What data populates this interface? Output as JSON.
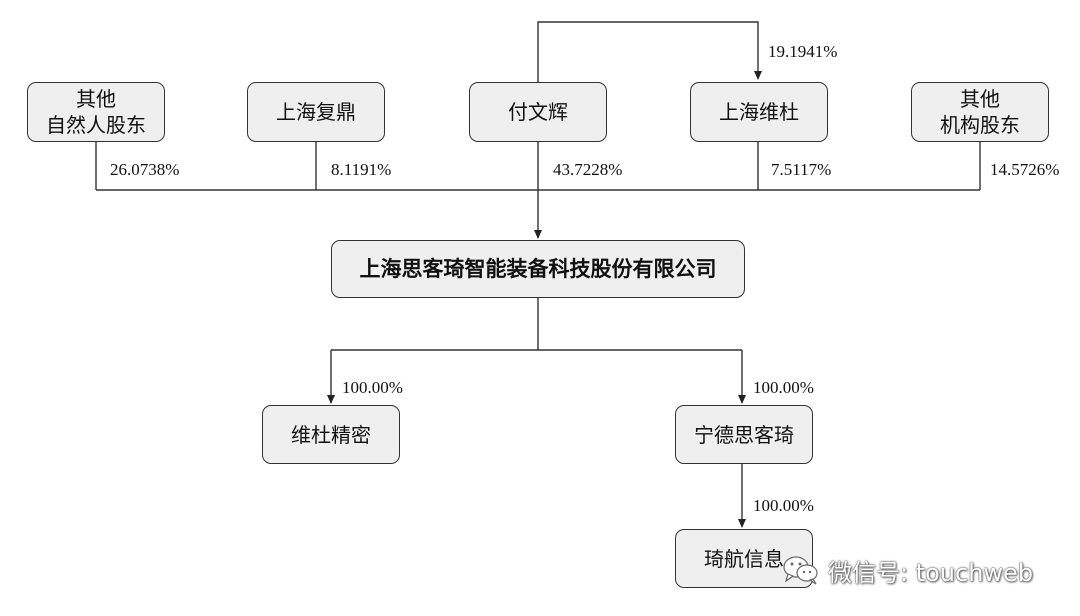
{
  "shareholders": [
    {
      "name_line1": "其他",
      "name_line2": "自然人股东",
      "percent": "26.0738%"
    },
    {
      "name_line1": "上海复鼎",
      "name_line2": "",
      "percent": "8.1191%"
    },
    {
      "name_line1": "付文辉",
      "name_line2": "",
      "percent": "43.7228%"
    },
    {
      "name_line1": "上海维杜",
      "name_line2": "",
      "percent": "7.5117%"
    },
    {
      "name_line1": "其他",
      "name_line2": "机构股东",
      "percent": "14.5726%"
    }
  ],
  "cross_holding": {
    "from": "付文辉",
    "to": "上海维杜",
    "percent": "19.1941%"
  },
  "company": {
    "name": "上海思客琦智能装备科技股份有限公司"
  },
  "subsidiaries": [
    {
      "name": "维杜精密",
      "percent": "100.00%"
    },
    {
      "name": "宁德思客琦",
      "percent": "100.00%"
    }
  ],
  "second_level": {
    "name": "琦航信息",
    "percent": "100.00%",
    "parent": "宁德思客琦"
  },
  "watermark": {
    "text": "微信号: touchweb",
    "icon": "wechat-icon"
  }
}
